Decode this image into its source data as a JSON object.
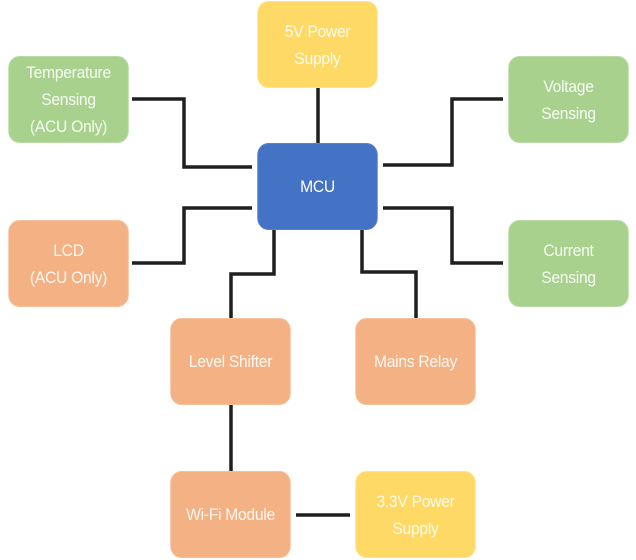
{
  "diagram": {
    "colors": {
      "sensing": "#a9d18e",
      "peripheral": "#f4b183",
      "power": "#ffd966",
      "controller": "#4472c4",
      "wire": "#1f1f1f"
    },
    "nodes": {
      "mcu": "MCU",
      "power_5v": "5V Power\nSupply",
      "temperature": "Temperature\nSensing\n(ACU Only)",
      "voltage": "Voltage\nSensing",
      "lcd": "LCD\n(ACU Only)",
      "current": "Current\nSensing",
      "level_shifter": "Level Shifter",
      "mains_relay": "Mains Relay",
      "wifi": "Wi-Fi Module",
      "power_3v3": "3.3V Power\nSupply"
    },
    "edges": [
      [
        "power_5v",
        "mcu"
      ],
      [
        "temperature",
        "mcu"
      ],
      [
        "voltage",
        "mcu"
      ],
      [
        "lcd",
        "mcu"
      ],
      [
        "current",
        "mcu"
      ],
      [
        "level_shifter",
        "mcu"
      ],
      [
        "mains_relay",
        "mcu"
      ],
      [
        "level_shifter",
        "wifi"
      ],
      [
        "wifi",
        "power_3v3"
      ]
    ]
  }
}
